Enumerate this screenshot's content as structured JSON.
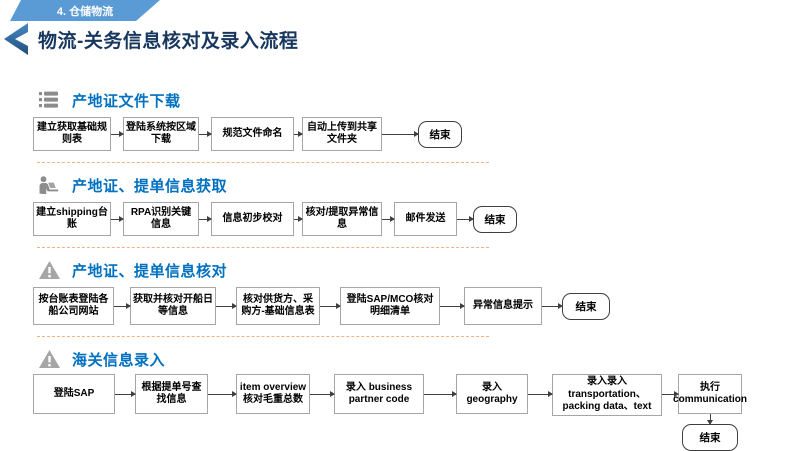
{
  "header": {
    "tab_label": "4. 仓储物流",
    "title": "物流-关务信息核对及录入流程"
  },
  "sections": [
    {
      "icon": "list-icon",
      "title": "产地证文件下载",
      "steps": [
        "建立获取基础规则表",
        "登陆系统按区域下载",
        "规范文件命名",
        "自动上传到共享文件夹"
      ],
      "end_label": "结束"
    },
    {
      "icon": "person-laptop-icon",
      "title": "产地证、提单信息获取",
      "steps": [
        "建立shipping台账",
        "RPA识别关键信息",
        "信息初步校对",
        "核对/提取异常信息",
        "邮件发送"
      ],
      "end_label": "结束"
    },
    {
      "icon": "warning-icon",
      "title": "产地证、提单信息核对",
      "steps": [
        "按台账表登陆各船公司网站",
        "获取并核对开船日等信息",
        "核对供货方、采购方-基础信息表",
        "登陆SAP/MCO核对明细清单",
        "异常信息提示"
      ],
      "end_label": "结束"
    },
    {
      "icon": "warning-icon",
      "title": "海关信息录入",
      "steps": [
        "登陆SAP",
        "根据提单号查找信息",
        "item overview核对毛重总数",
        "录入 business partner code",
        "录入geography",
        "录入录入 transportation、packing data、text",
        "执行 communication"
      ],
      "end_label": "结束"
    }
  ],
  "colors": {
    "tab_blue": "#5B9BD5",
    "title_navy": "#17375E",
    "section_blue": "#0070C0",
    "divider_orange": "#F4B183",
    "box_border_grey": "#A6A6A6",
    "end_border_dark": "#3F3F3F",
    "icon_grey": "#8C8C8C"
  }
}
